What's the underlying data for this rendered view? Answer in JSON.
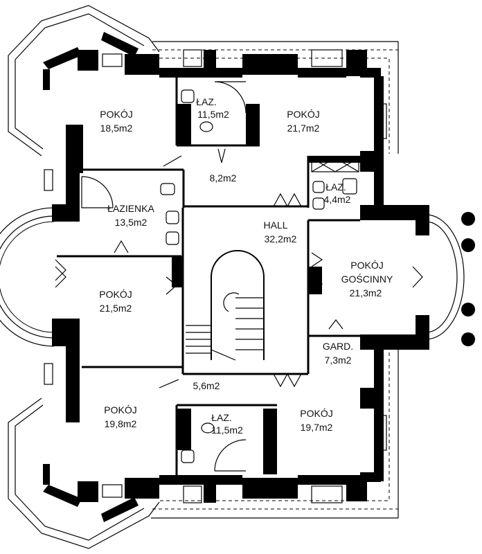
{
  "rooms": [
    {
      "name": "POKÓJ",
      "area": "18,5m2"
    },
    {
      "name": "ŁAZ.",
      "area": "11,5m2"
    },
    {
      "name": "POKÓJ",
      "area": "21,7m2"
    },
    {
      "name": "",
      "area": "8,2m2"
    },
    {
      "name": "ŁAZ.",
      "area": "4,4m2"
    },
    {
      "name": "ŁAZIENKA",
      "area": "13,5m2"
    },
    {
      "name": "HALL",
      "area": "32,2m2"
    },
    {
      "name": "POKÓJ",
      "area": "21,5m2"
    },
    {
      "name": "POKÓJ GOŚCINNY",
      "area": "21,3m2",
      "name_line1": "POKÓJ",
      "name_line2": "GOŚCINNY"
    },
    {
      "name": "GARD.",
      "area": "7,3m2"
    },
    {
      "name": "",
      "area": "5,6m2"
    },
    {
      "name": "POKÓJ",
      "area": "19,8m2"
    },
    {
      "name": "ŁAZ.",
      "area": "11,5m2"
    },
    {
      "name": "POKÓJ",
      "area": "19,7m2"
    }
  ],
  "markers": {
    "count": 4,
    "color": "#000000"
  }
}
